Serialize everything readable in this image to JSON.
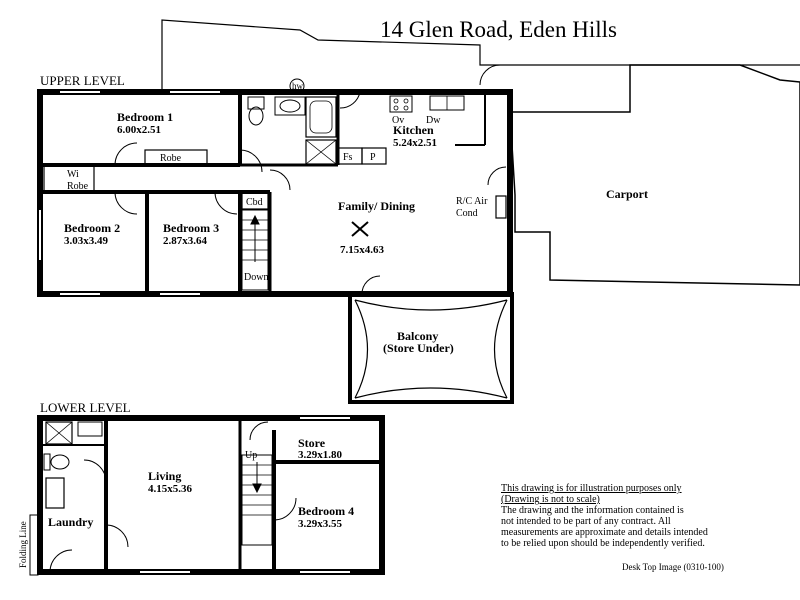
{
  "title": "14 Glen Road,  Eden Hills",
  "levels": {
    "upper": "UPPER LEVEL",
    "lower": "LOWER LEVEL"
  },
  "rooms": {
    "bedroom1": {
      "name": "Bedroom 1",
      "size": "6.00x2.51"
    },
    "kitchen": {
      "name": "Kitchen",
      "size": "5.24x2.51"
    },
    "bedroom2": {
      "name": "Bedroom 2",
      "size": "3.03x3.49"
    },
    "bedroom3": {
      "name": "Bedroom 3",
      "size": "2.87x3.64"
    },
    "family": {
      "name": "Family/ Dining",
      "size": "7.15x4.63"
    },
    "carport": {
      "name": "Carport"
    },
    "balcony": {
      "name": "Balcony",
      "note": "(Store Under)"
    },
    "living": {
      "name": "Living",
      "size": "4.15x5.36"
    },
    "store": {
      "name": "Store",
      "size": "3.29x1.80"
    },
    "bedroom4": {
      "name": "Bedroom 4",
      "size": "3.29x3.55"
    },
    "laundry": {
      "name": "Laundry"
    }
  },
  "fixtures": {
    "hw": "hw",
    "ov": "Ov",
    "dw": "Dw",
    "fs": "Fs",
    "p": "P",
    "robe": "Robe",
    "wi": "Wi",
    "wi_robe": "Robe",
    "cbd": "Cbd",
    "down": "Down",
    "up": "Up",
    "rc1": "R/C Air",
    "rc2": "Cond",
    "folding": "Folding Line"
  },
  "disclaimer": {
    "line1": "This drawing is for illustration purposes only",
    "line2": "(Drawing is not to scale)",
    "line3": "The drawing and the information contained is",
    "line4": "not intended to be part of any contract.  All",
    "line5": "measurements are approximate and details intended",
    "line6": "to be relied upon should be independently verified."
  },
  "image_ref": "Desk Top Image  (0310-100)"
}
